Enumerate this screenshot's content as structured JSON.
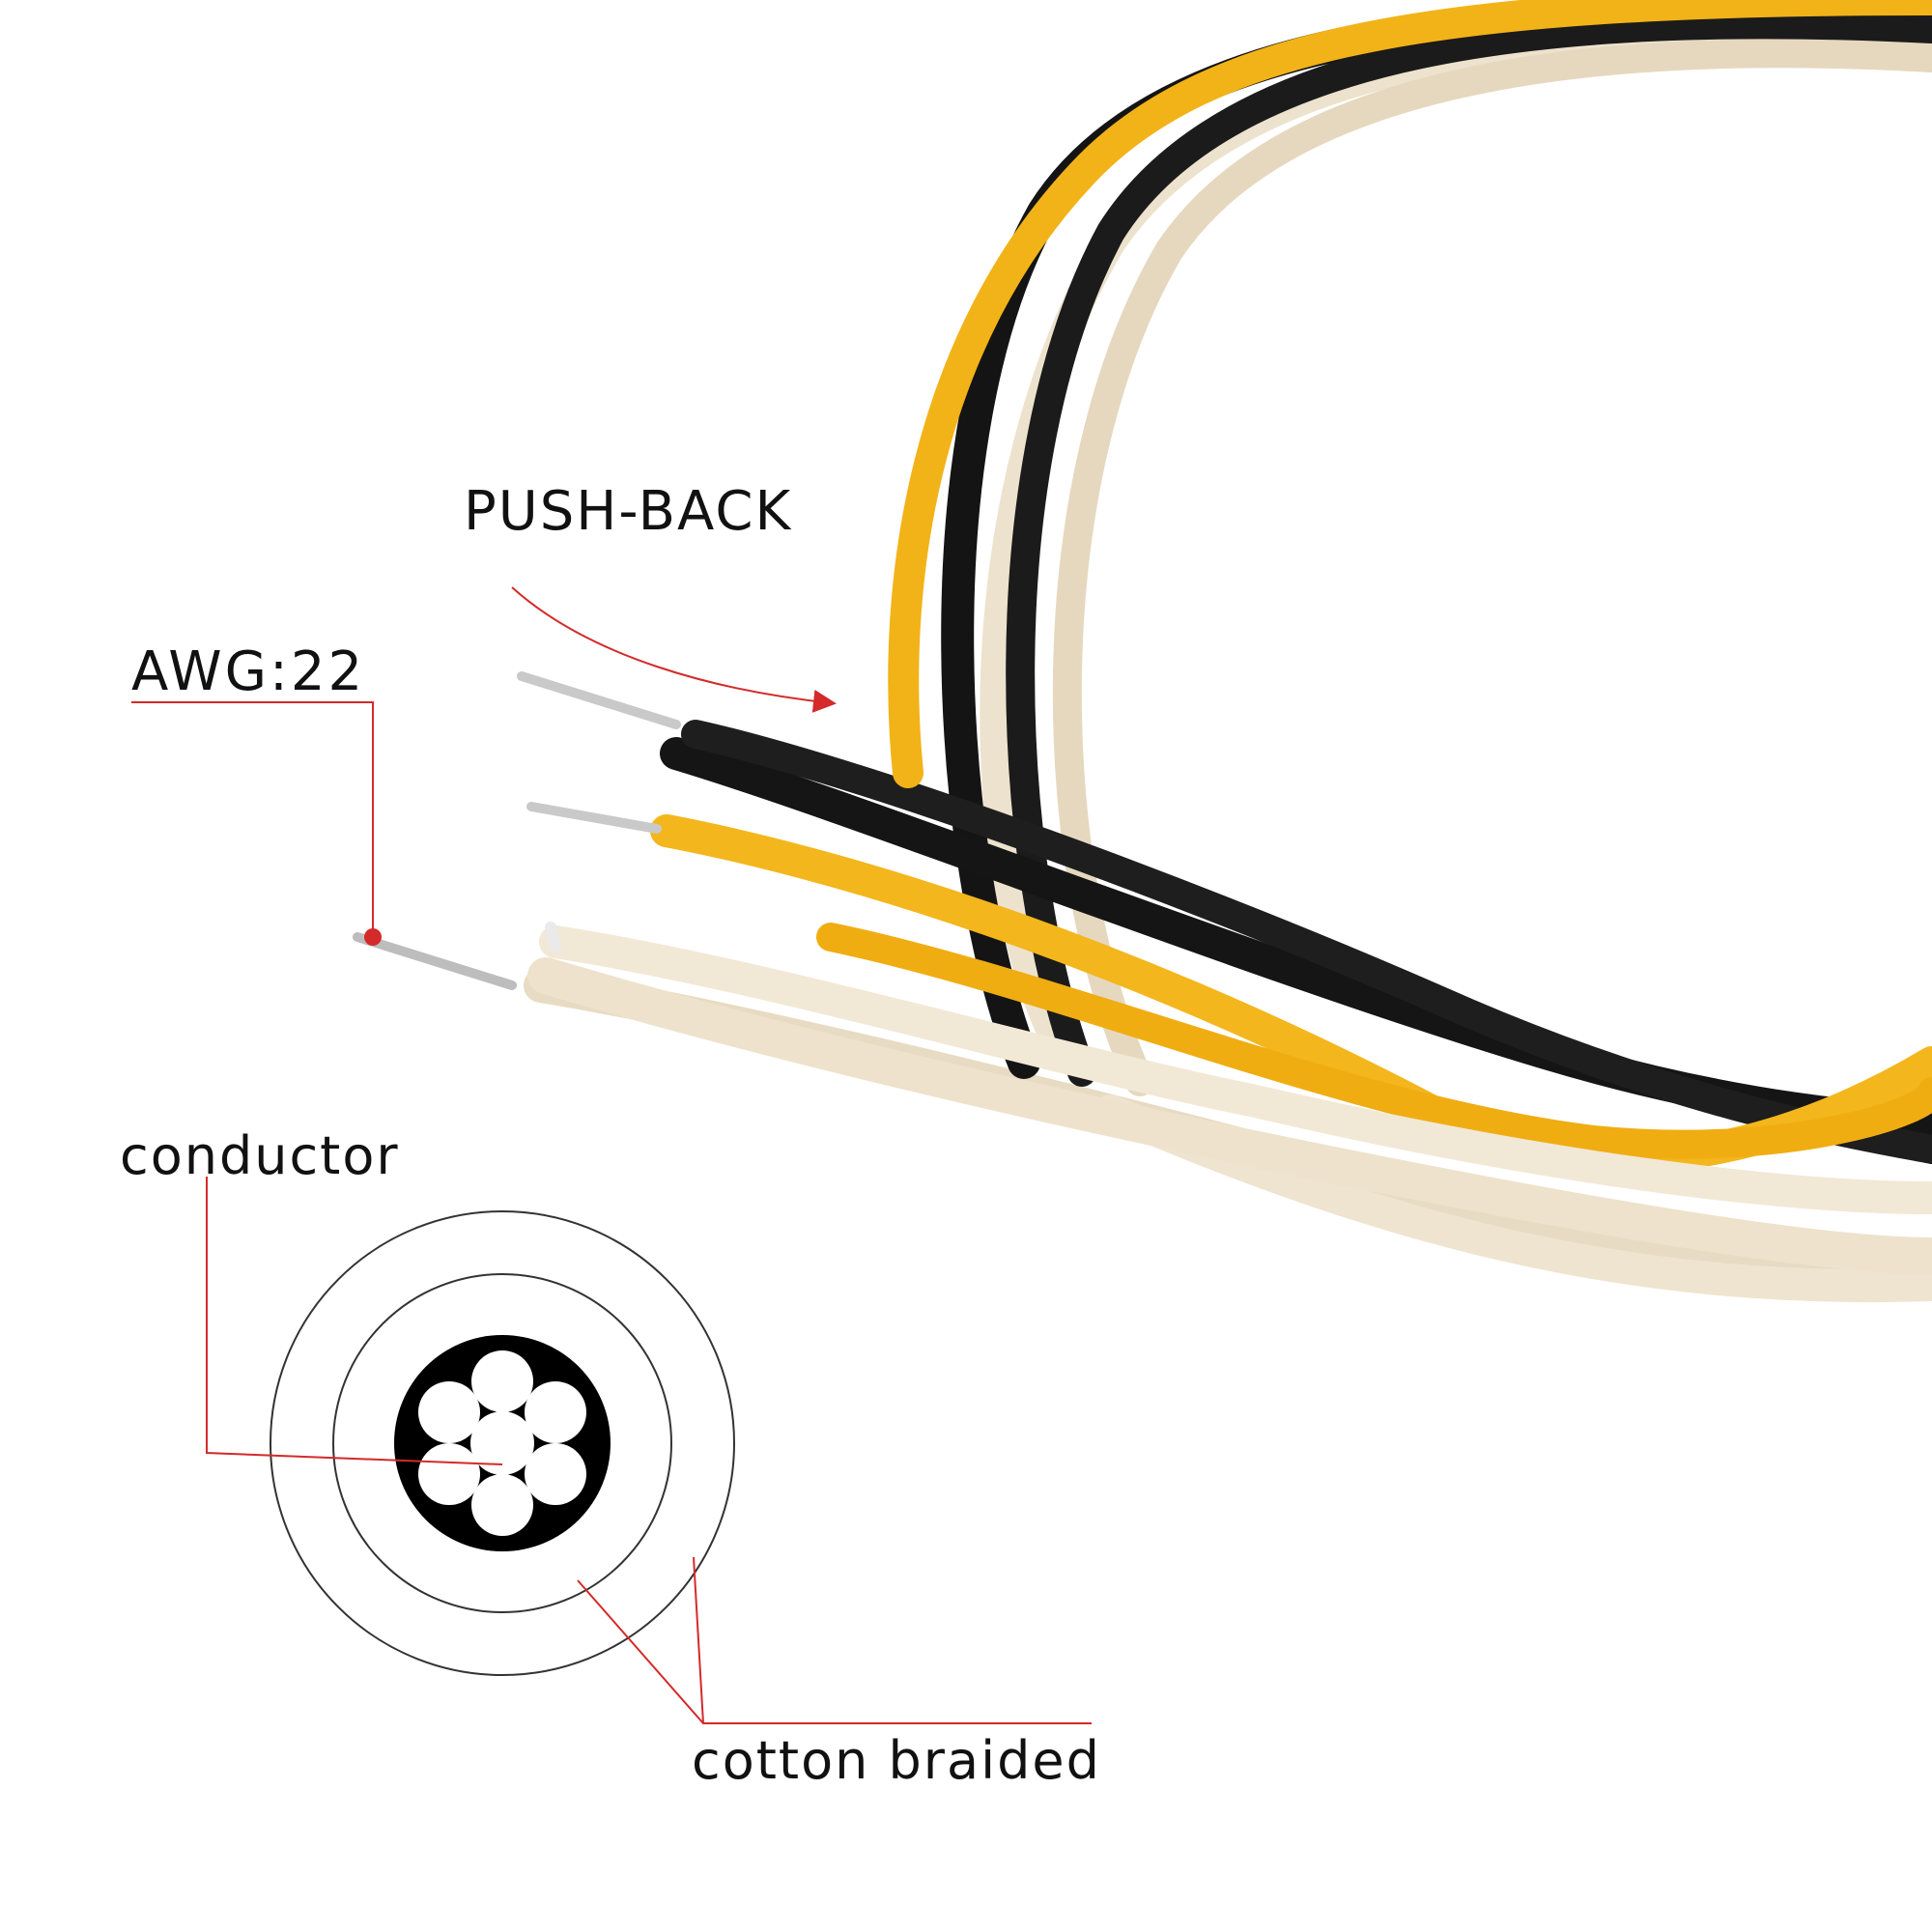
{
  "labels": {
    "push_back": "PUSH-BACK",
    "awg": "AWG:22",
    "conductor": "conductor",
    "cotton_braided": "cotton braided"
  },
  "colors": {
    "annotation_red": "#d42a2a",
    "wire_black": "#141414",
    "wire_yellow": "#f2b318",
    "wire_cream": "#eee2cc",
    "conductor_silver": "#c9c9c9"
  },
  "icons": {
    "cross_section": "wire-cross-section-icon"
  }
}
